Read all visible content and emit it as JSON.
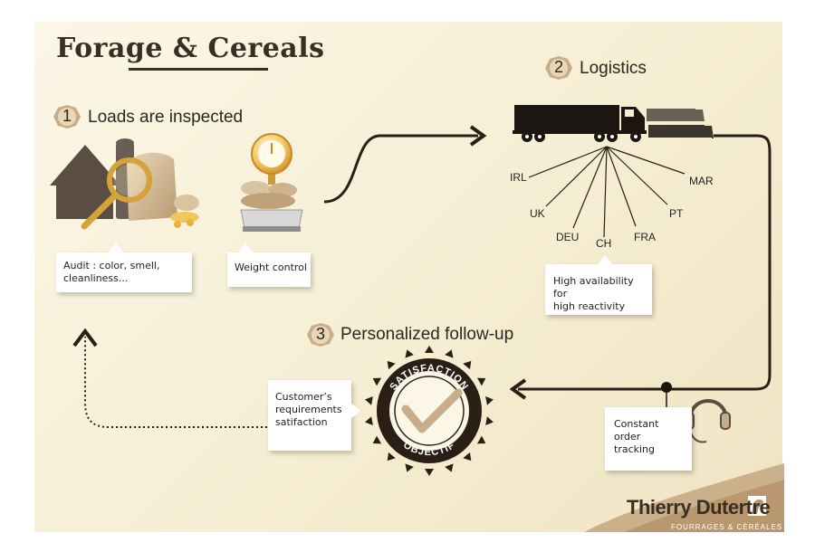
{
  "title": "Forage & Cereals",
  "steps": [
    {
      "number": "1",
      "label": "Loads are inspected"
    },
    {
      "number": "2",
      "label": "Logistics"
    },
    {
      "number": "3",
      "label": "Personalized follow-up"
    }
  ],
  "callouts": {
    "audit": [
      "Audit : color, smell,",
      "cleanliness..."
    ],
    "weight": "Weight control",
    "availability": [
      "High availability for",
      "high reactivity"
    ],
    "customer": [
      "Customer’s",
      "requirements",
      "satifaction"
    ],
    "tracking": [
      "Constant",
      "order",
      "tracking"
    ]
  },
  "countries": [
    "IRL",
    "UK",
    "DEU",
    "CH",
    "FRA",
    "PT",
    "MAR"
  ],
  "seal": {
    "top_text": "SATISFACTION",
    "bottom_text": "OBJECTIF"
  },
  "logo": {
    "name": "Thierry Dutertre",
    "subtitle": "FOURRAGES & CÉRÉALES"
  },
  "colors": {
    "dark_brown": "#3a2d22",
    "tan": "#c9ad8a",
    "gold": "#d8a23a",
    "background": "#f8f1dc"
  }
}
